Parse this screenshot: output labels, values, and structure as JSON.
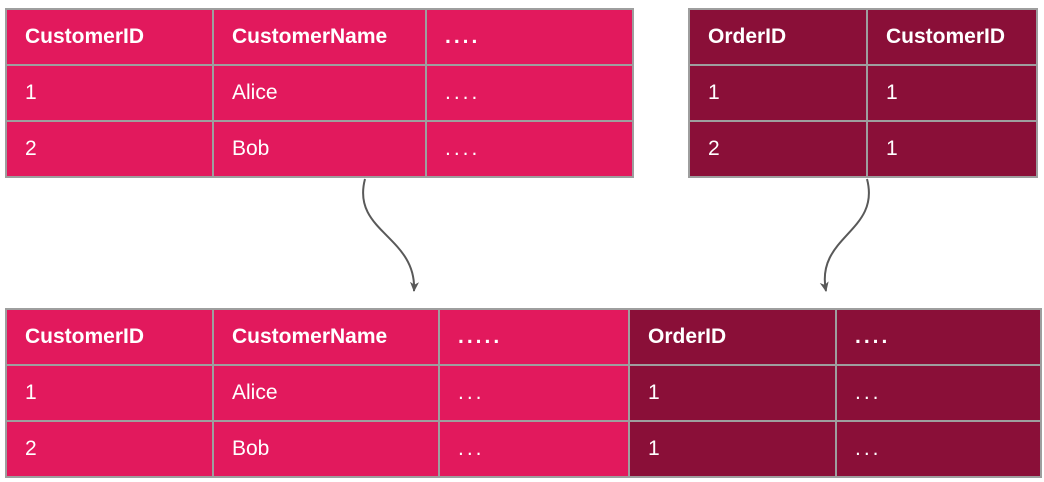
{
  "colors": {
    "pink": "#e2195d",
    "maroon": "#8a0f38",
    "grid": "#9e9e9e",
    "arrow": "#595959",
    "text": "#ffffff",
    "background": "#ffffff"
  },
  "customers_table": {
    "headers": [
      "CustomerID",
      "CustomerName",
      "...."
    ],
    "rows": [
      [
        "1",
        "Alice",
        "...."
      ],
      [
        "2",
        "Bob",
        "...."
      ]
    ]
  },
  "orders_table": {
    "headers": [
      "OrderID",
      "CustomerID"
    ],
    "rows": [
      [
        "1",
        "1"
      ],
      [
        "2",
        "1"
      ]
    ]
  },
  "joined_table": {
    "headers": [
      "CustomerID",
      "CustomerName",
      ".....",
      "OrderID",
      "...."
    ],
    "rows": [
      [
        "1",
        "Alice",
        "...",
        "1",
        "..."
      ],
      [
        "2",
        "Bob",
        "...",
        "1",
        "..."
      ]
    ]
  }
}
